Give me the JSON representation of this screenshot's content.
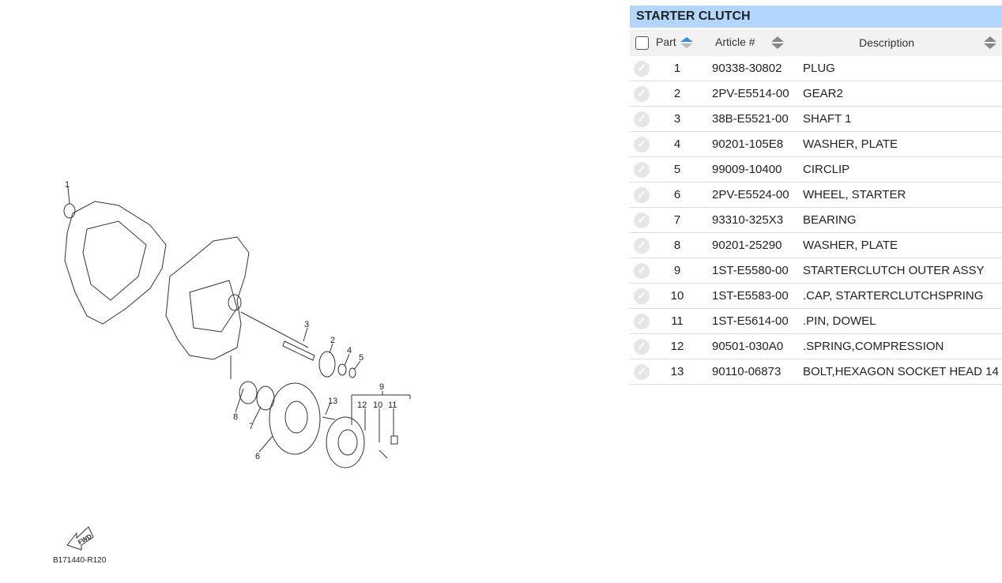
{
  "diagram": {
    "callouts": [
      "1",
      "2",
      "3",
      "4",
      "5",
      "6",
      "7",
      "8",
      "9",
      "10",
      "11",
      "12",
      "13"
    ],
    "fwd_label": "FWD",
    "code": "B171440-R120"
  },
  "panel": {
    "title": "STARTER CLUTCH",
    "headers": {
      "part": "Part",
      "article": "Article #",
      "description": "Description"
    },
    "accent": "#b3d7fc",
    "rows": [
      {
        "part": "1",
        "article": "90338-30802",
        "description": "PLUG"
      },
      {
        "part": "2",
        "article": "2PV-E5514-00",
        "description": "GEAR2"
      },
      {
        "part": "3",
        "article": "38B-E5521-00",
        "description": "SHAFT 1"
      },
      {
        "part": "4",
        "article": "90201-105E8",
        "description": "WASHER, PLATE"
      },
      {
        "part": "5",
        "article": "99009-10400",
        "description": "CIRCLIP"
      },
      {
        "part": "6",
        "article": "2PV-E5524-00",
        "description": "WHEEL, STARTER"
      },
      {
        "part": "7",
        "article": "93310-325X3",
        "description": "BEARING"
      },
      {
        "part": "8",
        "article": "90201-25290",
        "description": "WASHER, PLATE"
      },
      {
        "part": "9",
        "article": "1ST-E5580-00",
        "description": "STARTERCLUTCH OUTER ASSY"
      },
      {
        "part": "10",
        "article": "1ST-E5583-00",
        "description": ".CAP, STARTERCLUTCHSPRING"
      },
      {
        "part": "11",
        "article": "1ST-E5614-00",
        "description": ".PIN, DOWEL"
      },
      {
        "part": "12",
        "article": "90501-030A0",
        "description": ".SPRING,COMPRESSION"
      },
      {
        "part": "13",
        "article": "90110-06873",
        "description": "BOLT,HEXAGON SOCKET HEAD 14"
      }
    ]
  }
}
